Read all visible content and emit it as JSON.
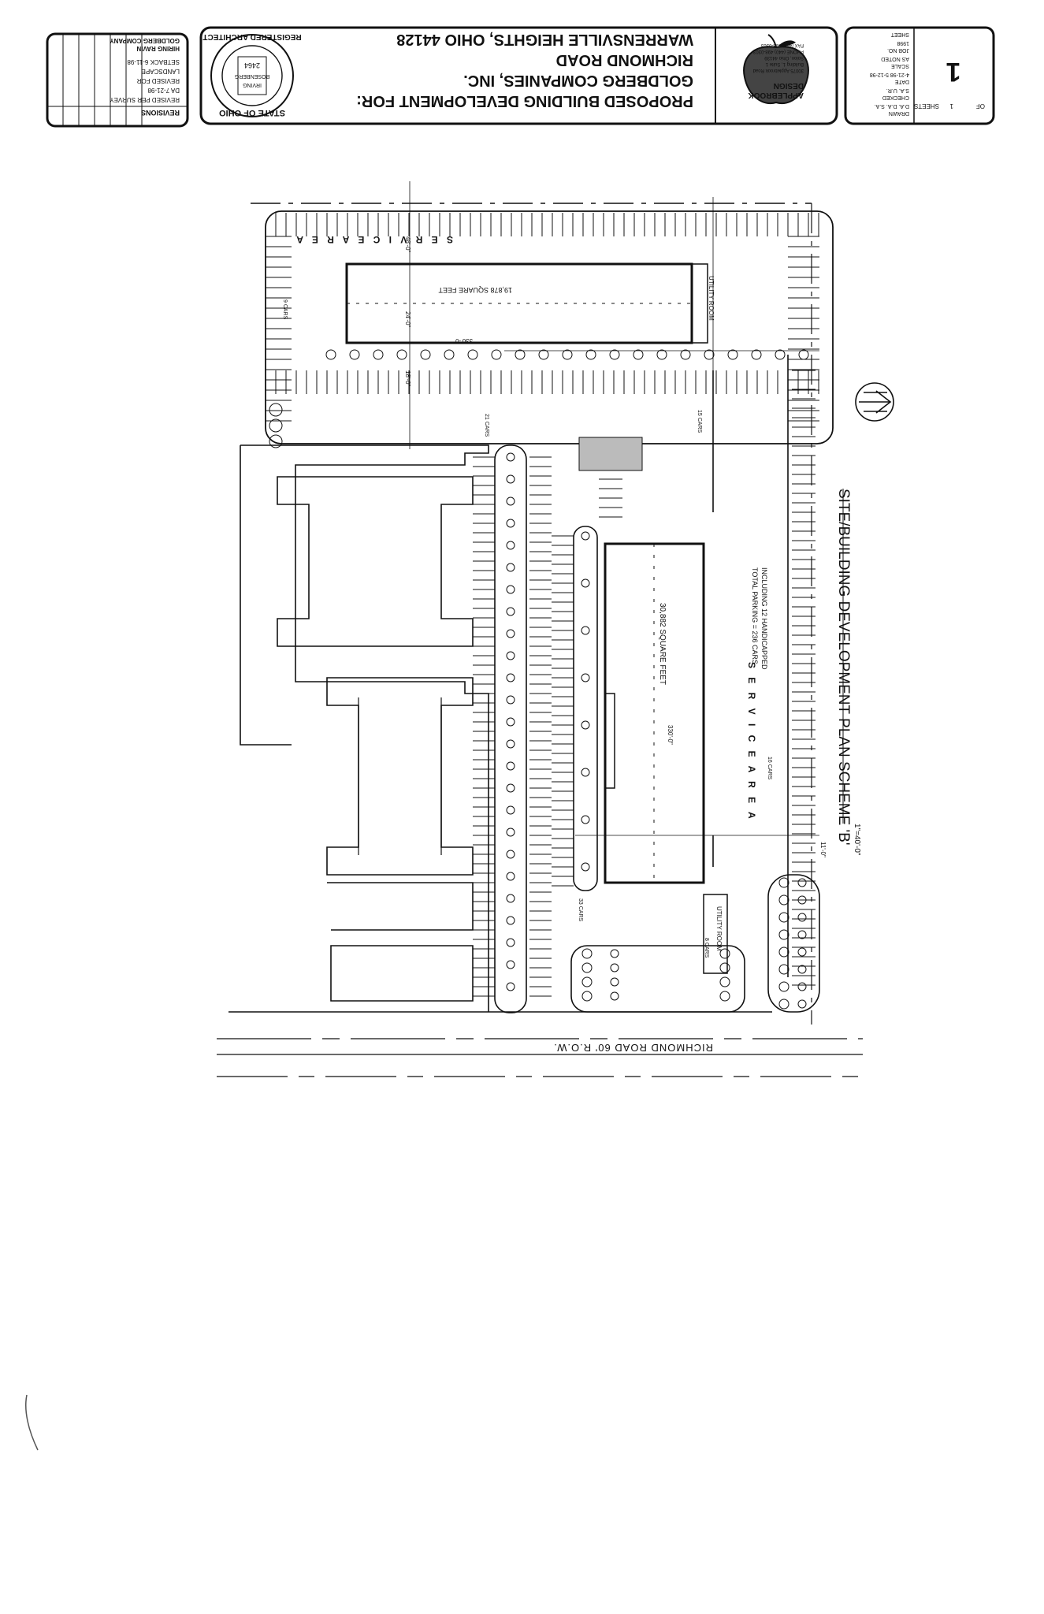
{
  "title_block": {
    "heading": "PROPOSED BUILDING DEVELOPMENT FOR:",
    "client": "GOLDBERG COMPANIES, INC.",
    "street": "RICHMOND ROAD",
    "city": "WARRENSVILLE HEIGHTS, OHIO  44128"
  },
  "seal": {
    "top": "STATE OF OHIO",
    "bottom": "REGISTERED ARCHITECT",
    "name_1": "IRVING",
    "name_2": "BOSENBERG",
    "number": "2464"
  },
  "firm": {
    "name_1": "APPLEBROOK",
    "name_2": "DESIGN",
    "address_1": "30075 Applebrook Road",
    "address_2": "Building 1, Suite 1",
    "address_3": "Solon, Ohio 44139",
    "phone": "PHONE (440) 498-0303",
    "fax": "FAX (440) 498-0303"
  },
  "revisions": {
    "heading": "REVISIONS",
    "rows": [
      "REVISED PER SURVEY",
      "DA   7-21-98",
      "REVISED FOR",
      "LANDSCAPE",
      "SETBACK 6-11-98"
    ],
    "client_line_1": "HIRING RAVIN",
    "client_line_2": "GOLDBERG COMPANY"
  },
  "sheet_info": {
    "drawn": "DRAWN",
    "drawn_val": "D.A.  D.A.  S.A.",
    "checked": "CHECKED",
    "checked_val": "S.A.  U.R.",
    "date": "DATE",
    "date_val": "4-21-98 5-12-98",
    "scale": "SCALE",
    "scale_val": "AS NOTED",
    "job": "JOB NO.",
    "job_val": "1998",
    "sheet": "SHEET",
    "number": "1",
    "of": "OF",
    "total": "1",
    "sheets": "SHEETS"
  },
  "plan": {
    "title": "SITE/BUILDING DEVELOPMENT PLAN SCHEME 'B'",
    "scale": "1\"=40'-0\"",
    "road": "RICHMOND ROAD 60' R.O.W.",
    "service_area": "S E R V I C E   A R E A",
    "building_a_sf": "30,882 SQUARE FEET",
    "building_b_sf": "19,878 SQUARE FEET",
    "parking_total": "TOTAL PARKING = 236 CARS",
    "parking_hc": "INCLUDING 12 HANDICAPPED",
    "utility_room": "UTILITY ROOM",
    "dim_330": "330'-0\"",
    "dim_330b": "330'-0\"",
    "dim_48": "48'-0\"",
    "dim_24": "24'-0\"",
    "dim_18": "18'-0\"",
    "dim_11": "11'-0\"",
    "cars_33": "33 CARS",
    "cars_21": "21 CARS",
    "cars_15": "15 CARS",
    "cars_9": "9 CARS",
    "cars_16": "16 CARS",
    "cars_8": "8 CARS"
  }
}
